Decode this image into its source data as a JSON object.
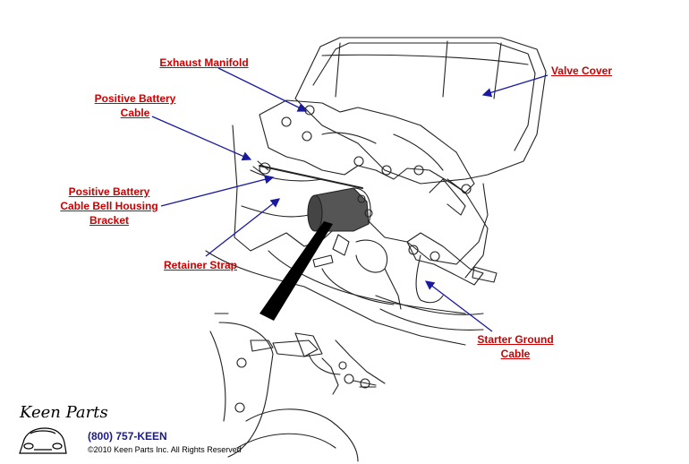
{
  "labels": {
    "exhaust_manifold": "Exhaust Manifold",
    "valve_cover": "Valve Cover",
    "positive_battery_cable": [
      "Positive Battery",
      "Cable"
    ],
    "bell_housing_bracket": [
      "Positive Battery",
      "Cable Bell Housing",
      "Bracket"
    ],
    "retainer_strap": "Retainer Strap",
    "starter_ground_cable": [
      "Starter Ground",
      "Cable"
    ]
  },
  "footer": {
    "brand": "Keen Parts",
    "phone": "(800) 757-KEEN",
    "copyright": "©2010 Keen Parts Inc. All Rights Reserved"
  },
  "colors": {
    "label": "#cc0000",
    "leader": "#1a1aa0",
    "line_art": "#222222"
  }
}
